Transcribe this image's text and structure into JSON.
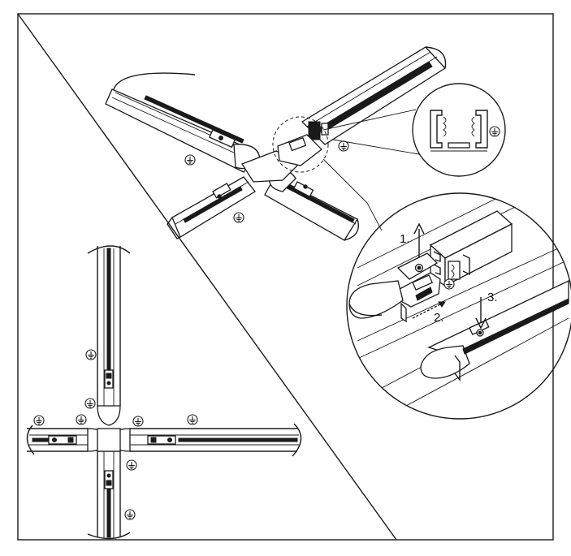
{
  "figure": {
    "description_free": true,
    "colors": {
      "line": "#1a1a1a",
      "background": "#ffffff",
      "shade": "#9a9a9a"
    }
  },
  "steps": {
    "step1": "1.",
    "step2": "2.",
    "step3": "3."
  },
  "icons": {
    "ground": "ground-icon",
    "arrow": "arrow-icon"
  }
}
